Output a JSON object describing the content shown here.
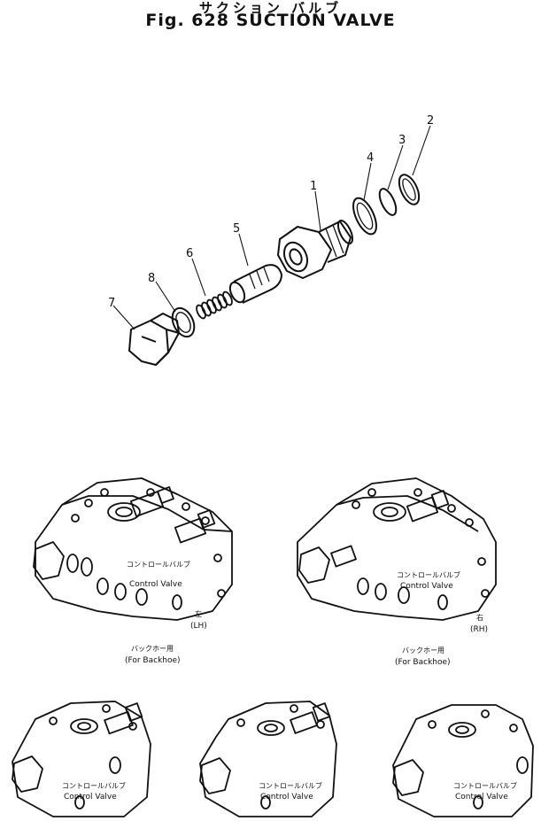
{
  "header": {
    "title_jp": "サクション バルブ",
    "title_en": "Fig. 628  SUCTION VALVE"
  },
  "parts": [
    {
      "no": "1"
    },
    {
      "no": "2"
    },
    {
      "no": "3"
    },
    {
      "no": "4"
    },
    {
      "no": "5"
    },
    {
      "no": "6"
    },
    {
      "no": "7"
    },
    {
      "no": "8"
    }
  ],
  "assemblies": {
    "label_jp": "コントロールバルブ",
    "label_en": "Control Valve",
    "top_left": {
      "side_jp": "左",
      "side_en": "(LH)",
      "usage_jp": "バックホー用",
      "usage_en": "(For Backhoe)"
    },
    "top_right": {
      "side_jp": "右",
      "side_en": "(RH)",
      "usage_jp": "バックホー用",
      "usage_en": "(For Backhoe)"
    }
  },
  "colors": {
    "ink": "#111111",
    "paper": "#ffffff"
  }
}
